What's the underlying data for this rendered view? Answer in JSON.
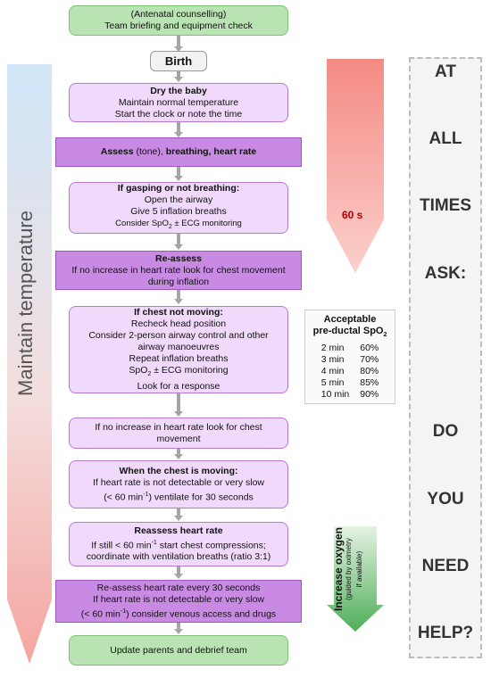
{
  "flow": {
    "counselling": {
      "line1": "(Antenatal counselling)",
      "line2": "Team briefing and equipment check"
    },
    "birth": {
      "label": "Birth"
    },
    "dry": {
      "title": "Dry the baby",
      "line1": "Maintain normal temperature",
      "line2": "Start the clock or note the time"
    },
    "assess": {
      "part1": "Assess",
      "part2": " (tone), ",
      "part3": "breathing, heart rate"
    },
    "gasping": {
      "title": "If gasping or not breathing:",
      "line1": "Open the airway",
      "line2": "Give 5 inflation breaths",
      "line3a": "Consider SpO",
      "line3sub": "2",
      "line3b": " ± ECG monitoring"
    },
    "reassess1": {
      "title": "Re-assess",
      "line1": "If no increase in heart rate look for chest movement",
      "line2": "during inflation"
    },
    "chest_not_moving": {
      "title": "If chest not moving:",
      "line1": "Recheck head position",
      "line2": "Consider 2-person airway control and other",
      "line3": "airway manoeuvres",
      "line4": "Repeat inflation breaths",
      "line5a": "SpO",
      "line5sub": "2",
      "line5b": " ± ECG monitoring",
      "line6": "Look for a response"
    },
    "no_increase": {
      "line1": "If no increase in heart rate look for chest",
      "line2": "movement"
    },
    "chest_moving": {
      "title": "When the chest is moving:",
      "line1": "If heart rate is not detectable or very slow",
      "line2a": "(< 60 min",
      "line2sup": "-1",
      "line2b": ") ventilate for 30 seconds"
    },
    "reassess_hr": {
      "title": "Reassess heart rate",
      "line1a": "If still < 60 min",
      "line1sup": "-1",
      "line1b": " start chest compressions;",
      "line2": "coordinate with ventilation breaths (ratio 3:1)"
    },
    "reassess_30": {
      "line1": "Re-assess heart rate every 30 seconds",
      "line2": "If heart rate is not detectable or very slow",
      "line3a": "(< 60 min",
      "line3sup": "-1",
      "line3b": ") consider venous access and drugs"
    },
    "update": {
      "label": "Update parents and debrief team"
    }
  },
  "side": {
    "maintain_temperature": "Maintain temperature",
    "sixty_s": "60 s",
    "oxygen": {
      "line1": "Increase oxygen",
      "line2": "(guided by oximetry",
      "line3": "if available)"
    }
  },
  "spo2_table": {
    "title_line1": "Acceptable",
    "title_line2a": "pre-ductal SpO",
    "title_line2sub": "2",
    "rows": [
      {
        "time": "2 min",
        "value": "60%"
      },
      {
        "time": "3 min",
        "value": "70%"
      },
      {
        "time": "4 min",
        "value": "80%"
      },
      {
        "time": "5 min",
        "value": "85%"
      },
      {
        "time": "10 min",
        "value": "90%"
      }
    ]
  },
  "ask_panel": {
    "words": [
      "AT",
      "ALL",
      "TIMES",
      "ASK:",
      "DO",
      "YOU",
      "NEED",
      "HELP?"
    ]
  },
  "colors": {
    "green_box": "#b9e3b2",
    "lavender_box": "#f1d9fb",
    "purple_box": "#c98ae3",
    "connector": "#a5a5a5",
    "sixty_s_arrow": "#f6a9a6",
    "oxygen_arrow": "#5fb96a",
    "temperature_arrow": "#f7b9b4"
  }
}
